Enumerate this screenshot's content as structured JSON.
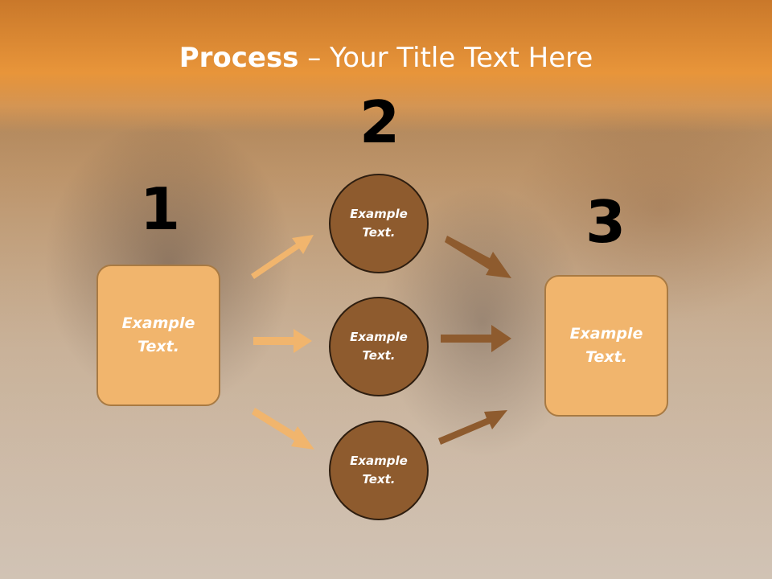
{
  "title": {
    "bold": "Process",
    "rest": " – Your Title Text Here"
  },
  "steps": [
    "1",
    "2",
    "3"
  ],
  "left_box": {
    "label": "Example\nText."
  },
  "right_box": {
    "label": "Example\nText."
  },
  "circles": [
    {
      "label": "Example\nText."
    },
    {
      "label": "Example\nText."
    },
    {
      "label": "Example\nText."
    }
  ],
  "colors": {
    "title_band": "#e8953a",
    "box_fill": "#f1b56d",
    "circle_fill": "#8e5b2e",
    "arrow_light": "#f1b56d",
    "arrow_dark": "#8e5b2e"
  }
}
